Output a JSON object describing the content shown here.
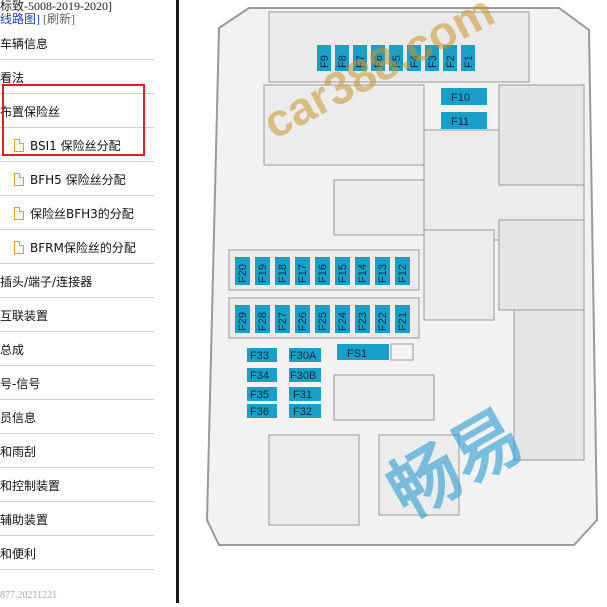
{
  "sidebar": {
    "header": {
      "title": "标致-5008-2019-2020]",
      "subtitle": "线路图]",
      "refresh": "[刷新]"
    },
    "items": [
      {
        "label": "车辆信息"
      },
      {
        "label": "看法"
      },
      {
        "label": "布置保险丝"
      },
      {
        "label": "BSI1 保险丝分配"
      },
      {
        "label": "BFH5 保险丝分配"
      },
      {
        "label": "保险丝BFH3的分配"
      },
      {
        "label": "BFRM保险丝的分配"
      },
      {
        "label": "插头/端子/连接器"
      },
      {
        "label": "互联装置"
      },
      {
        "label": "总成"
      },
      {
        "label": "号-信号"
      },
      {
        "label": "员信息"
      },
      {
        "label": "和雨刮"
      },
      {
        "label": "和控制装置"
      },
      {
        "label": "辅助装置"
      },
      {
        "label": "和便利"
      }
    ],
    "version": "877.20211221"
  },
  "diagram": {
    "colors": {
      "fuse": "#1aa0c8",
      "panel": "#f2f2f2",
      "line": "#9a9a9a"
    },
    "top_row": [
      "F9",
      "F8",
      "F7",
      "F6",
      "F5",
      "F4",
      "F3",
      "F2",
      "F1"
    ],
    "side_fuses": [
      "F10",
      "F11"
    ],
    "row_a": [
      "F20",
      "F19",
      "F18",
      "F17",
      "F16",
      "F15",
      "F14",
      "F13",
      "F12"
    ],
    "row_b": [
      "F29",
      "F28",
      "F27",
      "F26",
      "F25",
      "F24",
      "F23",
      "F22",
      "F21"
    ],
    "fs_label": "FS1",
    "left_col": [
      "F33",
      "F34",
      "F35",
      "F36"
    ],
    "right_col": [
      "F30A",
      "F30B",
      "F31",
      "F32"
    ],
    "watermark_site": "car388.com",
    "watermark_brand": "畅易"
  }
}
